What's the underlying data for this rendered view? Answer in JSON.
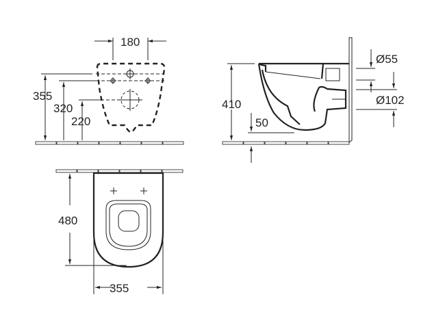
{
  "front_view": {
    "width_holes": "180",
    "height_top": "355",
    "height_mid": "320",
    "height_low": "220"
  },
  "side_view": {
    "height": "410",
    "floor_gap": "50",
    "inlet_diameter": "Ø55",
    "outlet_diameter": "Ø102"
  },
  "top_view": {
    "depth": "480",
    "width": "355"
  },
  "colors": {
    "line": "#222222",
    "background": "#ffffff"
  }
}
